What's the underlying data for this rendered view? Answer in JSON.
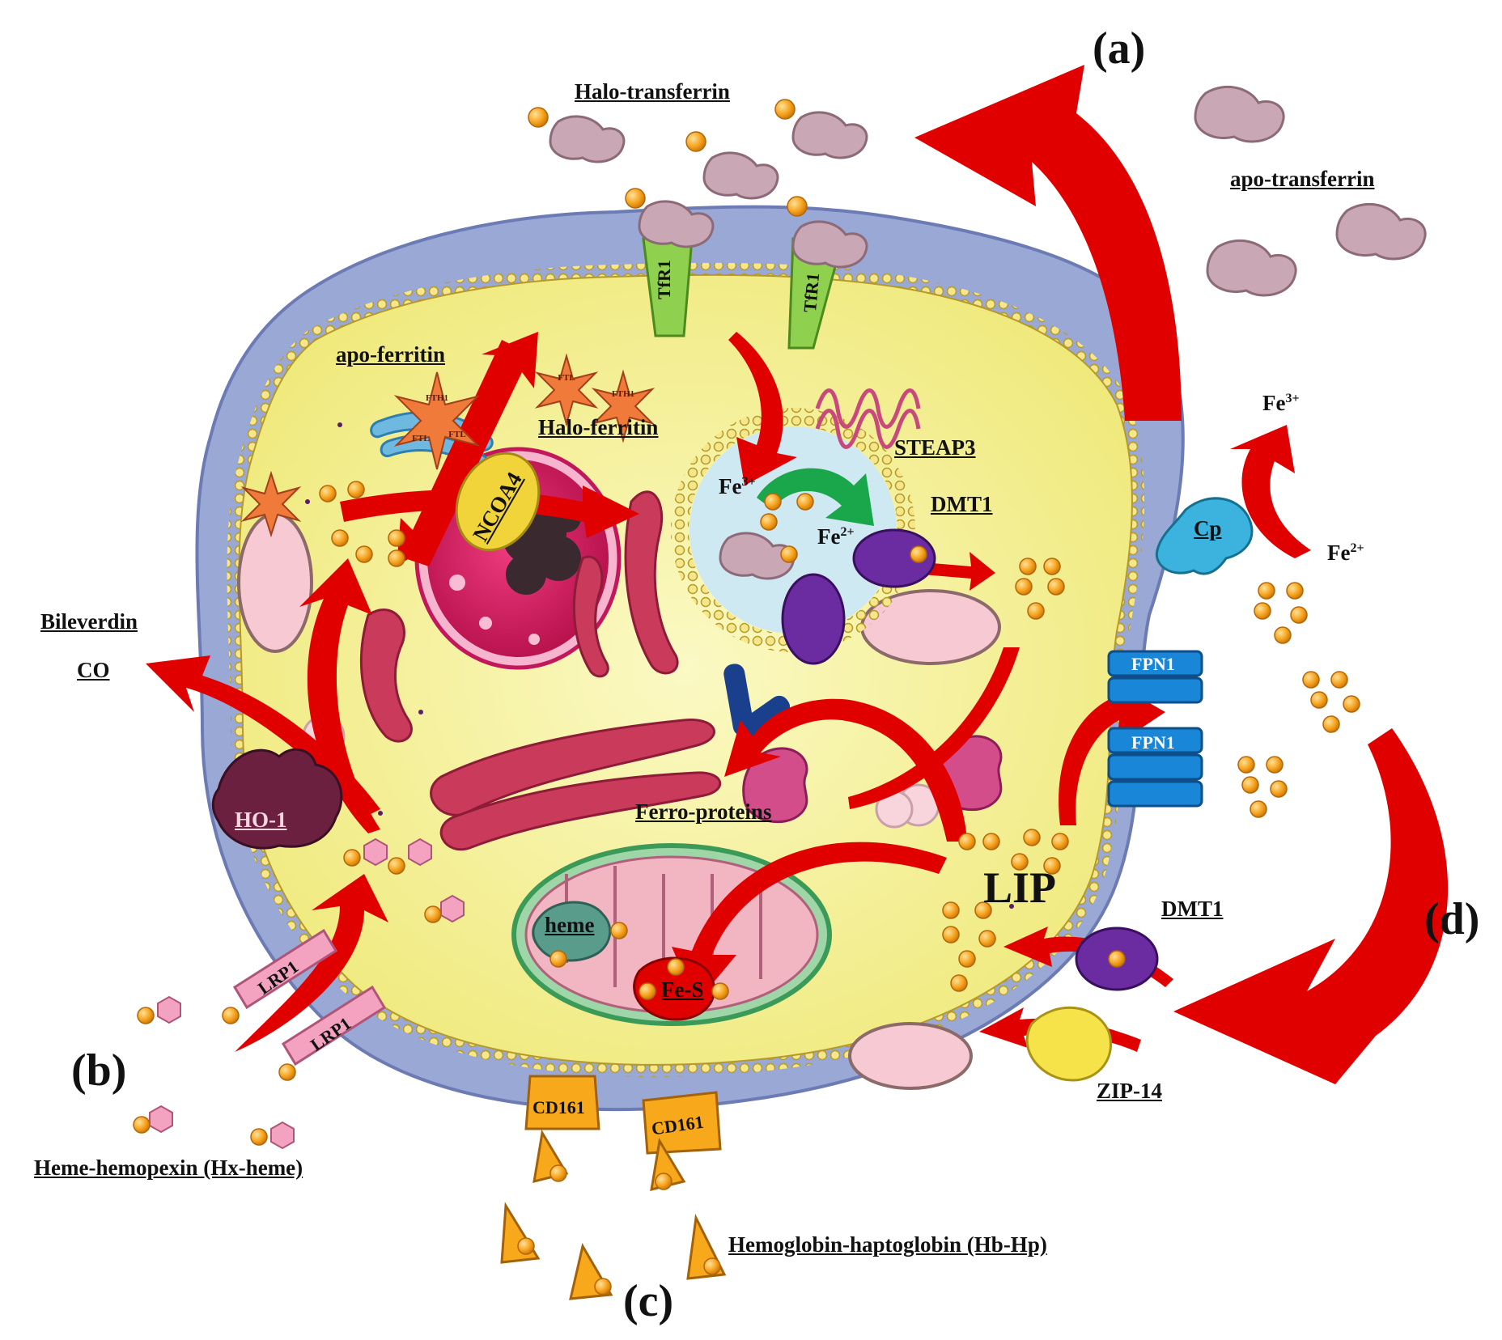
{
  "panel_labels": {
    "a": "(a)",
    "b": "(b)",
    "c": "(c)",
    "d": "(d)"
  },
  "labels": {
    "halo_transferrin": "Halo-transferrin",
    "apo_transferrin": "apo-transferrin",
    "apo_ferritin": "apo-ferritin",
    "halo_ferritin": "Halo-ferritin",
    "steap3": "STEAP3",
    "dmt1_endosome": "DMT1",
    "dmt1_membrane": "DMT1",
    "fe3_endosome": "Fe",
    "fe3_endosome_sup": "3+",
    "fe2_endosome": "Fe",
    "fe2_endosome_sup": "2+",
    "fe3_out": "Fe",
    "fe3_out_sup": "3+",
    "fe2_out": "Fe",
    "fe2_out_sup": "2+",
    "cp": "Cp",
    "fpn1_top": "FPN1",
    "fpn1_bottom": "FPN1",
    "tfr1_left": "TfR1",
    "tfr1_right": "TfR1",
    "ncoa4": "NCOA4",
    "bileverdin": "Bileverdin",
    "co": "CO",
    "ho1": "HO-1",
    "ferro_proteins": "Ferro-proteins",
    "lip": "LIP",
    "heme": "heme",
    "fe_s": "Fe-S",
    "lrp1_top": "LRP1",
    "lrp1_bottom": "LRP1",
    "heme_hemopexin": "Heme-hemopexin (Hx-heme)",
    "cd161_left": "CD161",
    "cd161_right": "CD161",
    "hb_hp": "Hemoglobin-haptoglobin (Hb-Hp)",
    "zip14": "ZIP-14",
    "ferritin_fth1": "FTH1",
    "ferritin_ftl": "FTL"
  },
  "colors": {
    "arrow_red": "#e10000",
    "cytoplasm": "#f6f39a",
    "membrane_blue": "#9aa8d6",
    "iron_ball": "#f6a21c",
    "green_arrow": "#1aa64a",
    "fpn1_blue": "#1a86d8",
    "dmt1_purple": "#6a2ca0",
    "cp_cyan": "#3bb3de",
    "tfr1_green": "#8fd14f",
    "cd161_orange": "#f7a81b",
    "lrp1_pink": "#f3a2c0",
    "ho1_maroon": "#6b2040",
    "nucleus_magenta": "#d81b60",
    "ncoa4_yellow": "#f1d43a",
    "zip14_yellow": "#f6e34a"
  }
}
